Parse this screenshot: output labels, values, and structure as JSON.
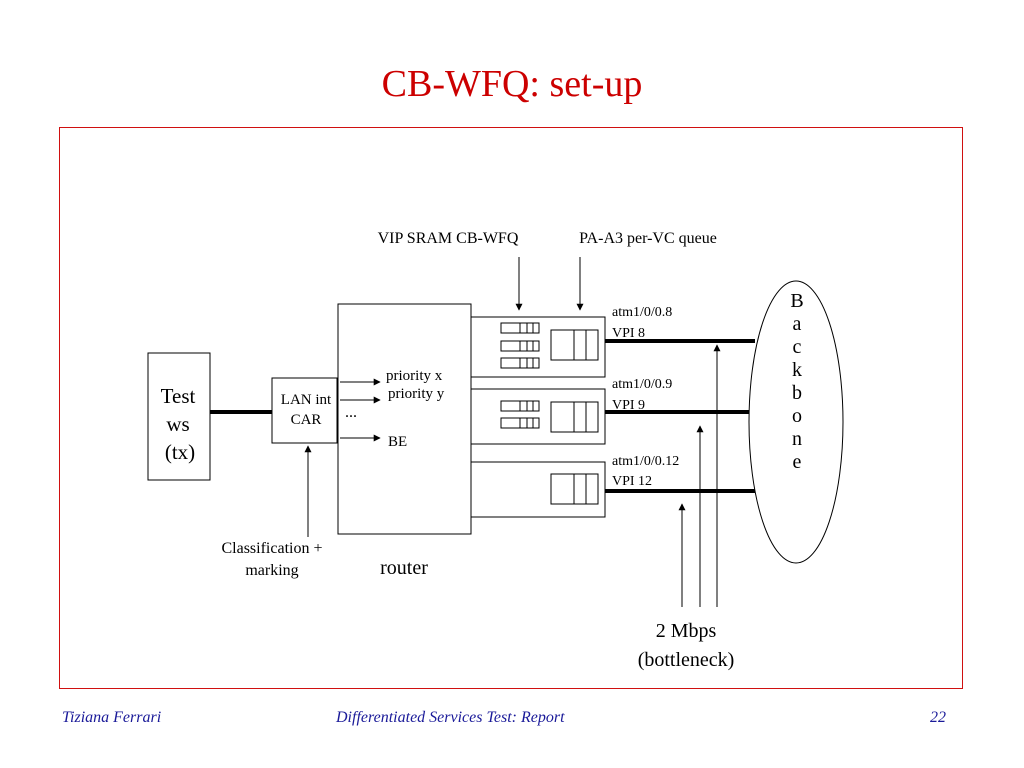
{
  "slide": {
    "title": "CB-WFQ: set-up",
    "title_color": "#cc0000",
    "frame_color": "#d01010",
    "footer": {
      "author": "Tiziana Ferrari",
      "report": "Differentiated Services Test: Report",
      "page": "22",
      "color": "#1a1a99"
    }
  },
  "diagram": {
    "test_ws": [
      "Test",
      "ws",
      "(tx)"
    ],
    "lan_car": [
      "LAN int",
      "CAR"
    ],
    "router": {
      "queues": [
        "priority x",
        "priority y",
        "BE"
      ],
      "ellipsis": "...",
      "label": "router"
    },
    "classification": [
      "Classification +",
      "marking"
    ],
    "top_labels": {
      "vip": "VIP SRAM CB-WFQ",
      "pa": "PA-A3 per-VC queue"
    },
    "vcs": [
      {
        "name": "atm1/0/0.8",
        "vpi": "VPI 8"
      },
      {
        "name": "atm1/0/0.9",
        "vpi": "VPI 9"
      },
      {
        "name": "atm1/0/0.12",
        "vpi": "VPI 12"
      }
    ],
    "backbone_letters": [
      "B",
      "a",
      "c",
      "k",
      "b",
      "o",
      "n",
      "e"
    ],
    "bottleneck": [
      "2 Mbps",
      "(bottleneck)"
    ]
  }
}
